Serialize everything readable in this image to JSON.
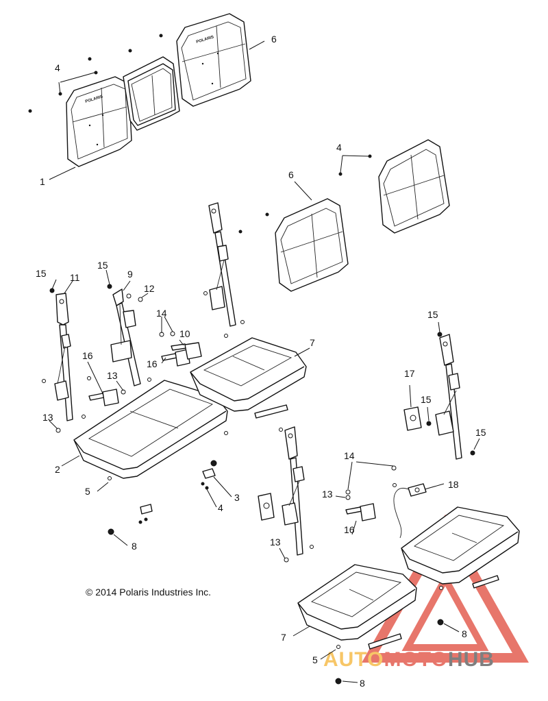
{
  "copyright": "© 2014 Polaris Industries Inc.",
  "seat_logo_text": "POLARIS",
  "watermark": {
    "part1": "AUTO",
    "part2": "MOTO",
    "part3": "HUB",
    "color_auto": "#f5b335",
    "color_moto": "#e0493a",
    "color_hub": "#555555",
    "triangle_color": "#e0493a"
  },
  "callouts": {
    "c1": "1",
    "c2": "2",
    "c3": "3",
    "c4a": "4",
    "c4b": "4",
    "c4c": "4",
    "c5a": "5",
    "c5b": "5",
    "c6a": "6",
    "c6b": "6",
    "c7a": "7",
    "c7b": "7",
    "c8a": "8",
    "c8b": "8",
    "c8c": "8",
    "c9": "9",
    "c10": "10",
    "c11": "11",
    "c12": "12",
    "c13a": "13",
    "c13b": "13",
    "c13c": "13",
    "c13d": "13",
    "c14a": "14",
    "c14b": "14",
    "c15a": "15",
    "c15b": "15",
    "c15c": "15",
    "c15d": "15",
    "c15e": "15",
    "c16a": "16",
    "c16b": "16",
    "c16c": "16",
    "c17": "17",
    "c18": "18"
  }
}
